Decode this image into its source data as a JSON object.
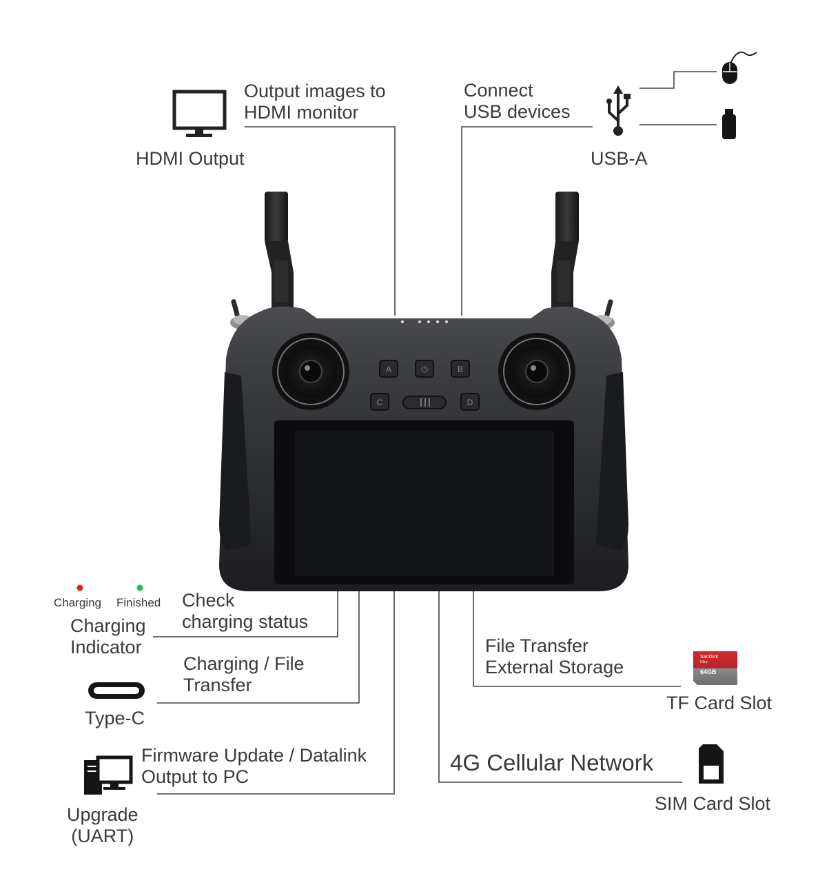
{
  "hdmi": {
    "description_line1": "Output images to",
    "description_line2": "HDMI monitor",
    "label": "HDMI Output",
    "icon": "monitor-icon"
  },
  "usb": {
    "description_line1": "Connect",
    "description_line2": "USB devices",
    "label": "USB-A",
    "icons": [
      "usb-icon",
      "mouse-icon",
      "usb-stick-icon"
    ]
  },
  "controller": {
    "buttons": [
      "A",
      "⏻",
      "B",
      "C",
      "D"
    ]
  },
  "charging": {
    "status_charging": "Charging",
    "status_finished": "Finished",
    "charging_color": "#e02020",
    "finished_color": "#22c040",
    "description_line1": "Check",
    "description_line2": "charging status",
    "label_line1": "Charging",
    "label_line2": "Indicator"
  },
  "typec": {
    "description_line1": "Charging / File",
    "description_line2": "Transfer",
    "label": "Type-C",
    "icon": "usb-c-port-icon"
  },
  "uart": {
    "description_line1": "Firmware Update / Datalink",
    "description_line2": "Output to PC",
    "label_line1": "Upgrade",
    "label_line2": "(UART)",
    "icon": "desktop-pc-icon"
  },
  "tf": {
    "description_line1": "File Transfer",
    "description_line2": "External Storage",
    "label": "TF Card Slot",
    "card_brand": "SanDisk",
    "card_line": "Ultra",
    "card_capacity": "64GB",
    "card_color": "#c8242b"
  },
  "sim": {
    "description": "4G Cellular Network",
    "label": "SIM Card Slot",
    "icon": "sim-card-icon"
  }
}
